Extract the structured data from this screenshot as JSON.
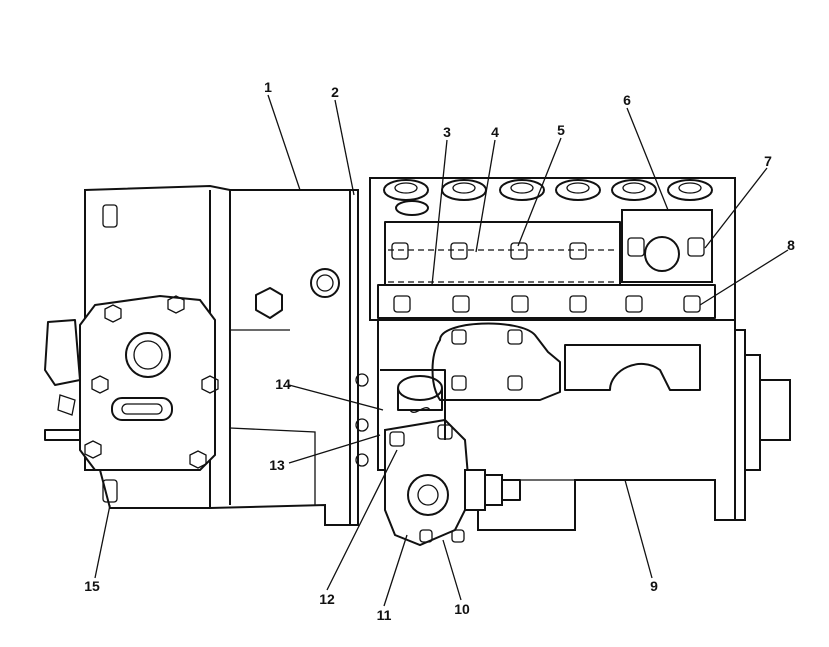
{
  "diagram": {
    "subject": "fuel-injection-pump-assembly",
    "callouts": [
      {
        "id": "1",
        "text": "1"
      },
      {
        "id": "2",
        "text": "2"
      },
      {
        "id": "3",
        "text": "3"
      },
      {
        "id": "4",
        "text": "4"
      },
      {
        "id": "5",
        "text": "5"
      },
      {
        "id": "6",
        "text": "6"
      },
      {
        "id": "7",
        "text": "7"
      },
      {
        "id": "8",
        "text": "8"
      },
      {
        "id": "9",
        "text": "9"
      },
      {
        "id": "10",
        "text": "10"
      },
      {
        "id": "11",
        "text": "11"
      },
      {
        "id": "12",
        "text": "12"
      },
      {
        "id": "13",
        "text": "13"
      },
      {
        "id": "14",
        "text": "14"
      },
      {
        "id": "15",
        "text": "15"
      }
    ]
  }
}
